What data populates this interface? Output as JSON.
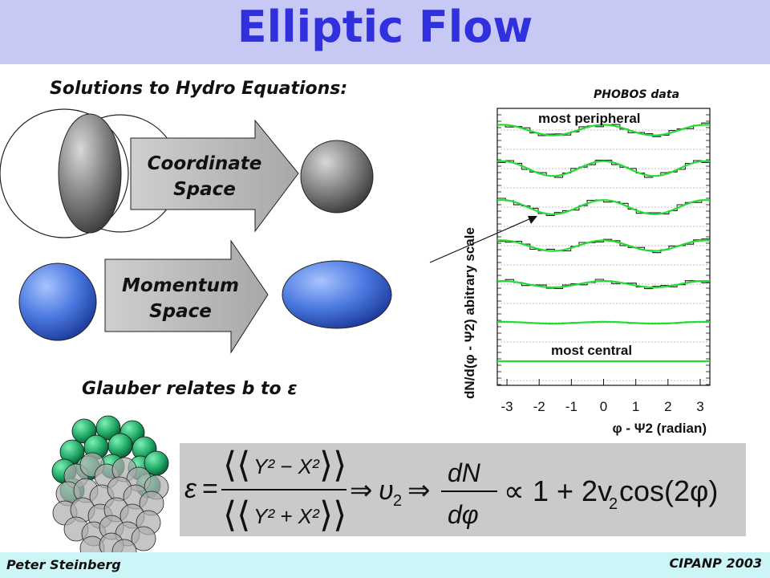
{
  "slide": {
    "title": "Elliptic Flow",
    "subtitle": "Solutions to Hydro Equations:",
    "arrows": [
      {
        "line1": "Coordinate",
        "line2": "Space"
      },
      {
        "line1": "Momentum",
        "line2": "Space"
      }
    ],
    "glauber_text": "Glauber relates b to ε",
    "footer_left": "Peter Steinberg",
    "footer_right": "CIPANP 2003"
  },
  "figure": {
    "source_label": "PHOBOS data",
    "ylabel": "dN/d(φ - Ψ2) abitrary scale",
    "xlabel": "φ - Ψ2 (radian)",
    "xticks": [
      "-3",
      "-2",
      "-1",
      "0",
      "1",
      "2",
      "3"
    ],
    "top_label": "most peripheral",
    "bottom_label": "most central",
    "series_colors": {
      "data": "#222222",
      "fit": "#22dd33"
    }
  },
  "formula": {
    "lhs": "ε",
    "num_inner": "Y² − X²",
    "den_inner": "Y² + X²",
    "implies": "⇒",
    "v2": "υ",
    "v2_sub": "2",
    "dN": "dN",
    "dphi": "dφ",
    "prop": "∝",
    "rhs": "1 + 2v",
    "rhs_sub": "2",
    "cos": " cos(2φ)"
  },
  "chart_data": {
    "type": "line",
    "xlabel": "φ - Ψ2 (radian)",
    "ylabel": "dN/d(φ - Ψ2) abitrary scale",
    "xlim": [
      -3.3,
      3.3
    ],
    "x_ticks": [
      -3,
      -2,
      -1,
      0,
      1,
      2,
      3
    ],
    "series": [
      {
        "v2_rel": 0.3
      },
      {
        "v2_rel": 0.42
      },
      {
        "v2_rel": 0.4
      },
      {
        "v2_rel": 0.3
      },
      {
        "v2_rel": 0.18
      },
      {
        "v2_rel": 0.05
      },
      {
        "v2_rel": 0.0
      }
    ]
  }
}
